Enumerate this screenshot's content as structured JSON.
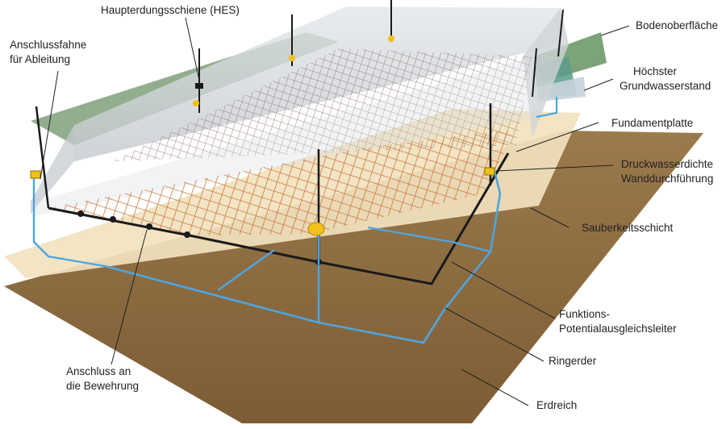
{
  "labels": {
    "hes": "Haupterdungsschiene (HES)",
    "anschlussfahne_1": "Anschlussfahne",
    "anschlussfahne_2": "für Ableitung",
    "bodenoberflaeche": "Bodenoberfläche",
    "grundwasser_1": "Höchster",
    "grundwasser_2": "Grundwasserstand",
    "fundamentplatte": "Fundamentplatte",
    "druckwasser_1": "Druckwasserdichte",
    "druckwasser_2": "Wanddurchführung",
    "sauberkeitsschicht": "Sauberkeitsschicht",
    "funktions_1": "Funktions-",
    "funktions_2": "Potentialausgleichsleiter",
    "ringerder": "Ringerder",
    "anschluss_bewehrung_1": "Anschluss an",
    "anschluss_bewehrung_2": "die Bewehrung",
    "erdreich": "Erdreich"
  },
  "colors": {
    "soil": "#8a6a40",
    "cleanliness_layer": "#f2e2bf",
    "wall_glass": "#d6dade",
    "ground_surface": "#7fa07a",
    "groundwater": "#5a9c8a",
    "rebar_orange": "#c8743a",
    "ring_earth": "#4da6e0",
    "conductor_black": "#1a1a1a",
    "clamp_yellow": "#f2c21a"
  }
}
